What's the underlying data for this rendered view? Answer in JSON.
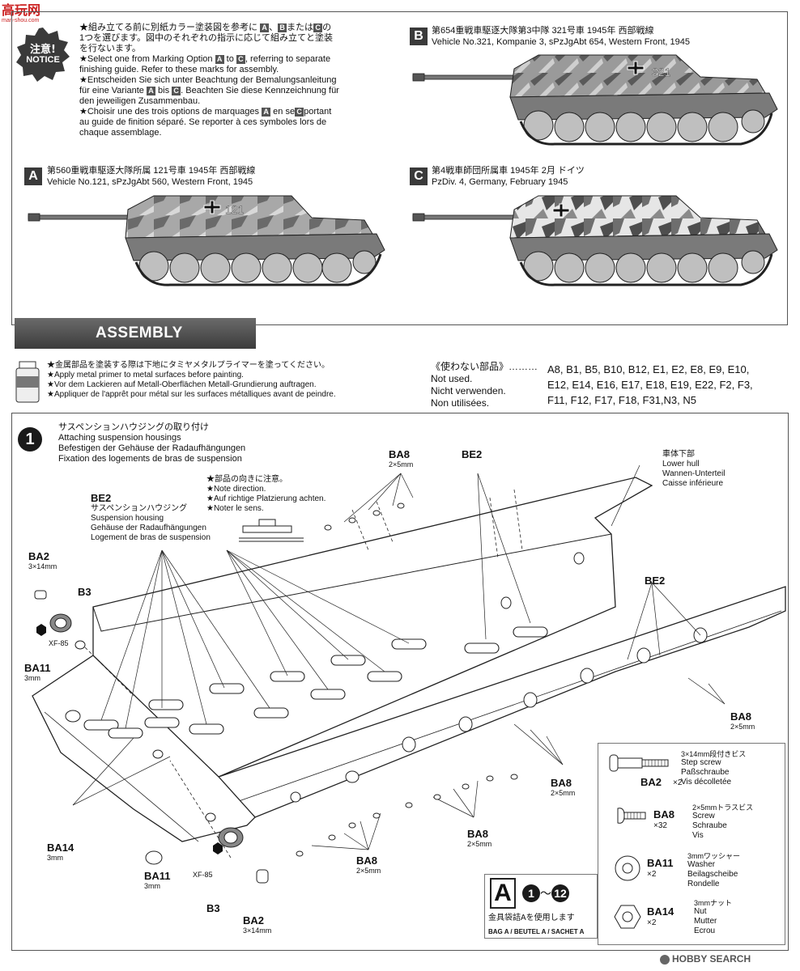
{
  "watermark_site": {
    "chars": "高玩网",
    "url": "man-shou.com"
  },
  "notice_badge": {
    "jp": "注意!",
    "en": "NOTICE"
  },
  "notice_lines": [
    "★組み立てる前に別紙カラー塗装図を参考に",
    "1つを選びます。図中のそれぞれの指示に応じて組み立てと塗装",
    "を行ないます。",
    "★Select one from Marking Option",
    "finishing guide. Refer to these marks for assembly.",
    "★Entscheiden Sie sich unter Beachtung der Bemalungsanleitung",
    "für eine Variante",
    "den jeweiligen Zusammenbau.",
    "★Choisir une des trois options de marquages",
    "au guide de finition séparé. Se reporter à ces symboles lors de",
    "chaque assemblage."
  ],
  "notice_fragments": {
    "jp_end": "または",
    "jp_end2": "の",
    "to": "to",
    "referring": ", referring to separate",
    "bis": "bis",
    "beachten": ". Beachten Sie diese Kennzeichnung für",
    "en_s": "en se",
    "portant": "portant",
    "sep": "、"
  },
  "options": [
    {
      "letter": "A",
      "jp": "第560重戦車駆逐大隊所属 121号車 1945年 西部戦線",
      "en": "Vehicle No.121, sPzJgAbt 560, Western Front, 1945",
      "number": "121"
    },
    {
      "letter": "B",
      "jp": "第654重戦車駆逐大隊第3中隊 321号車 1945年 西部戦線",
      "en": "Vehicle No.321, Kompanie 3, sPzJgAbt 654, Western Front, 1945",
      "number": "321"
    },
    {
      "letter": "C",
      "jp": "第4戦車師団所属車 1945年 2月 ドイツ",
      "en": "PzDiv. 4, Germany, February 1945",
      "number": ""
    }
  ],
  "assembly": {
    "title": "ASSEMBLY"
  },
  "primer_lines": [
    "★金属部品を塗装する際は下地にタミヤメタルプライマーを塗ってください。",
    "★Apply metal primer to metal surfaces before painting.",
    "★Vor dem Lackieren auf Metall-Oberflächen Metall-Grundierung auftragen.",
    "★Appliquer de l'apprêt pour métal sur les surfaces métalliques avant de peindre."
  ],
  "not_used": {
    "labels": [
      "《使わない部品》………",
      "Not used.",
      "Nicht verwenden.",
      "Non utilisées."
    ],
    "parts": [
      "A8, B1, B5, B10, B12, E1, E2, E8, E9, E10,",
      "E12, E14, E16, E17, E18, E19, E22, F2, F3,",
      "F11, F12, F17, F18, F31,N3, N5"
    ]
  },
  "step1": {
    "number": "1",
    "titles": [
      "サスペンションハウジングの取り付け",
      "Attaching suspension housings",
      "Befestigen der Gehäuse der Radaufhängungen",
      "Fixation des logements de bras de suspension"
    ],
    "note_direction": [
      "★部品の向きに注意。",
      "★Note direction.",
      "★Auf richtige Platzierung achten.",
      "★Noter le sens."
    ],
    "be2_left": {
      "code": "BE2",
      "lines": [
        "サスペンションハウジング",
        "Suspension housing",
        "Gehäuse der Radaufhängungen",
        "Logement de bras de suspension"
      ]
    },
    "lower_hull": [
      "車体下部",
      "Lower hull",
      "Wannen-Unterteil",
      "Caisse inférieure"
    ],
    "labels": {
      "ba8": "BA8",
      "ba8_size": "2×5mm",
      "be2": "BE2",
      "ba2": "BA2",
      "ba2_size": "3×14mm",
      "b3": "B3",
      "xf85": "XF-85",
      "ba11": "BA11",
      "ba11_size": "3mm",
      "ba14": "BA14",
      "ba14_size": "3mm"
    }
  },
  "legend": [
    {
      "code": "BA2",
      "qty": "×2",
      "lines": [
        "3×14mm段付きビス",
        "Step screw",
        "Paßschraube",
        "Vis décolletée"
      ]
    },
    {
      "code": "BA8",
      "qty": "×32",
      "lines": [
        "2×5mmトラスビス",
        "Screw",
        "Schraube",
        "Vis"
      ]
    },
    {
      "code": "BA11",
      "qty": "×2",
      "lines": [
        "3mmワッシャー",
        "Washer",
        "Beilagscheibe",
        "Rondelle"
      ]
    },
    {
      "code": "BA14",
      "qty": "×2",
      "lines": [
        "3mmナット",
        "Nut",
        "Mutter",
        "Ecrou"
      ]
    }
  ],
  "bag": {
    "letter": "A",
    "from": "1",
    "tilde": "〜",
    "to": "12",
    "jp": "金具袋詰Aを使用します",
    "en": "BAG A / BEUTEL A / SACHET A"
  },
  "watermark": {
    "brand": "HOBBY SEARCH"
  }
}
